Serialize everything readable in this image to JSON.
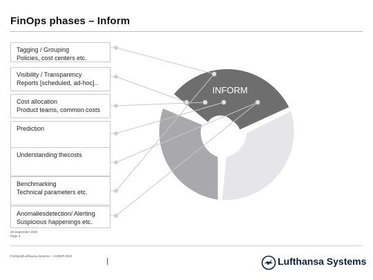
{
  "title": "FinOps phases – Inform",
  "center_label": "INFORM",
  "items": [
    {
      "line1": "Tagging / Grouping",
      "line2": "Policies, cost centers etc."
    },
    {
      "line1": "Visibility / Transparency",
      "line2": "Reports [scheduled, ad-hoc].."
    },
    {
      "line1": "Cost allocation",
      "line2": "Product teams, common costs"
    },
    {
      "line1": "Prediction",
      "line2": ""
    },
    {
      "line1": "Understanding thecosts",
      "line2": ""
    },
    {
      "line1": "Benchmarking",
      "line2": "Technical parameters etc."
    },
    {
      "line1": "Anomaliesdetection/ Alerting",
      "line2": "Suspicious happenings etc."
    }
  ],
  "footer": {
    "date": "30 September 2020",
    "page": "Page 3",
    "document": "FinOps@Lufthansa Systems – HVDNT 2020"
  },
  "logo": {
    "name": "lufthansa-crane-logo",
    "text": "Lufthansa Systems"
  },
  "colors": {
    "inform_segment": "#6e6e6e",
    "light_segment": "#e6e6ea",
    "mid_segment": "#a9a9ad",
    "connector": "#c8c8c8"
  }
}
